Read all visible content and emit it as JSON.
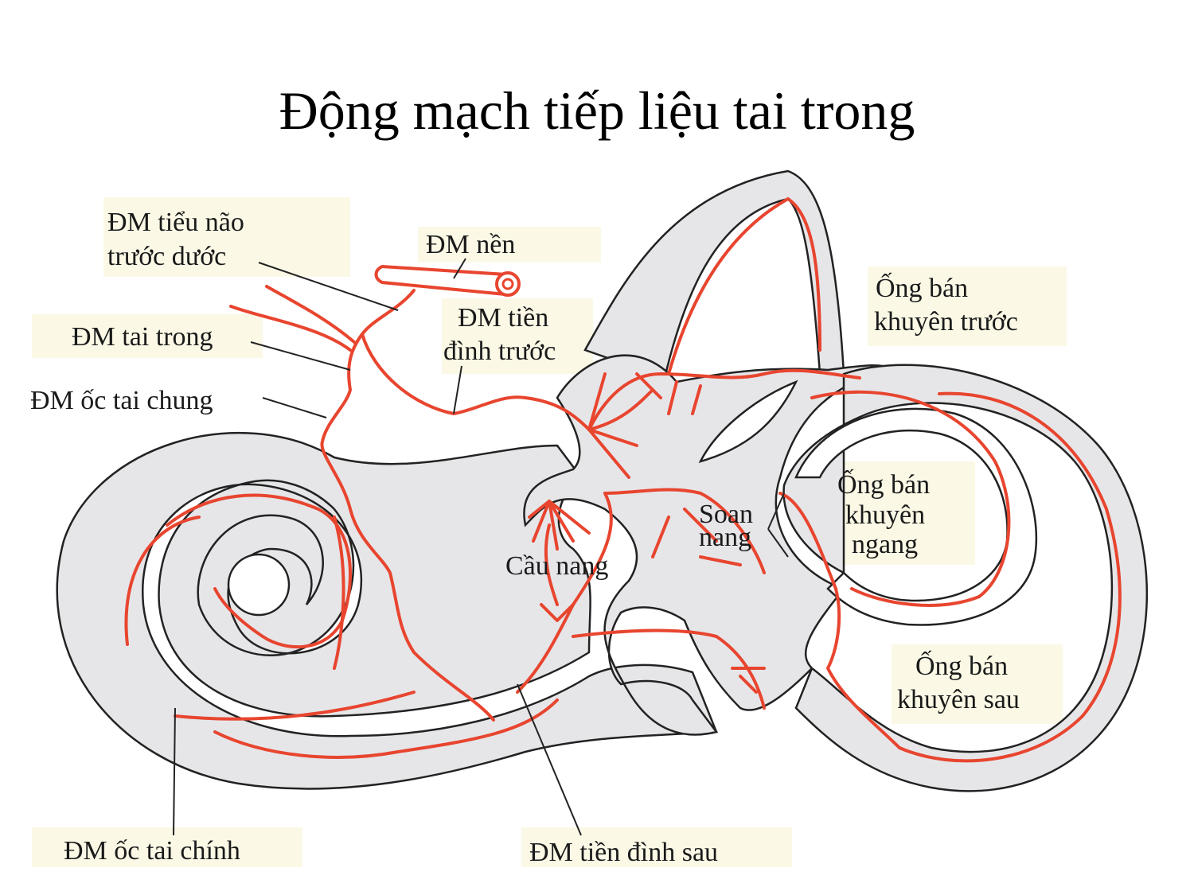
{
  "title": "Động mạch tiếp liệu tai trong",
  "labels": {
    "dm_tieu_nao_1": "ĐM tiểu não",
    "dm_tieu_nao_2": "trước dước",
    "dm_nen": "ĐM nền",
    "dm_tai_trong": "ĐM tai trong",
    "dm_tien_dinh_truoc_1": "ĐM tiền",
    "dm_tien_dinh_truoc_2": "đình trước",
    "dm_oc_tai_chung": "ĐM ốc tai chung",
    "ong_ban_khuyen_truoc_1": "Ống bán",
    "ong_ban_khuyen_truoc_2": "khuyên trước",
    "ong_ban_khuyen_ngang_1": "Ống bán",
    "ong_ban_khuyen_ngang_2": "khuyên",
    "ong_ban_khuyen_ngang_3": "ngang",
    "soan_nang_1": "Soan",
    "soan_nang_2": "nang",
    "cau_nang": "Cầu nang",
    "ong_ban_khuyen_sau_1": "Ống bán",
    "ong_ban_khuyen_sau_2": "khuyên sau",
    "dm_oc_tai_chinh": "ĐM ốc tai chính",
    "dm_tien_dinh_sau": "ĐM tiền đình sau"
  },
  "colors": {
    "artery": "#e8452f",
    "structure_fill": "#e6e6e9",
    "outline": "#222222",
    "label_bg": "#fbf9e6"
  }
}
